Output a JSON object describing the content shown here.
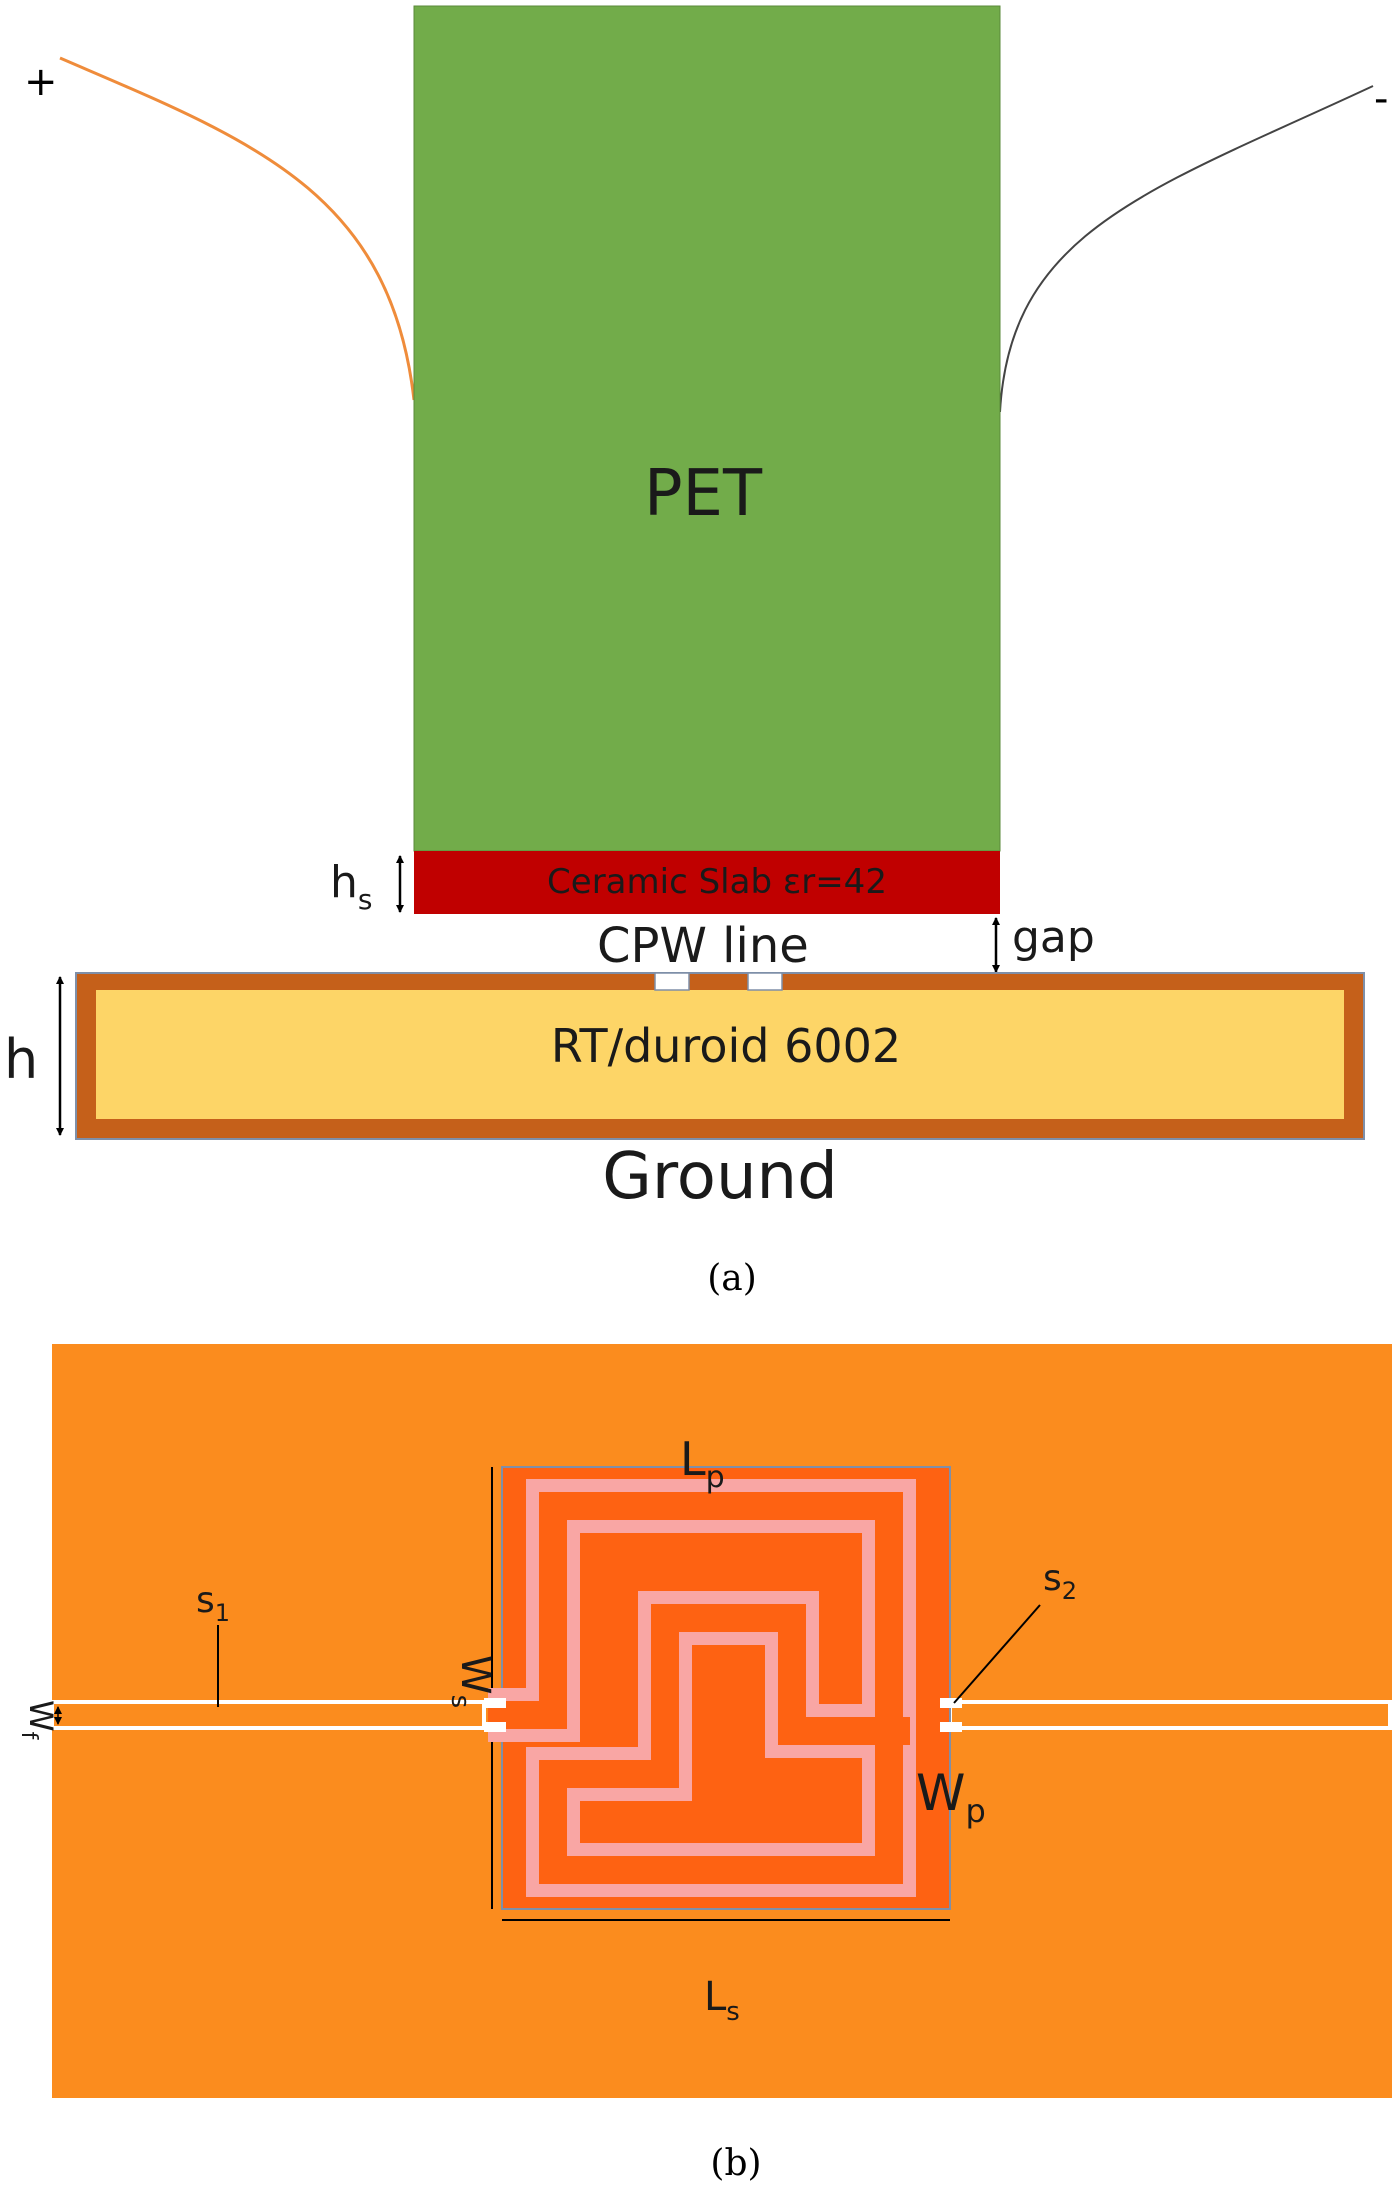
{
  "panel_a": {
    "caption": "(a)",
    "plus_sign": "+",
    "minus_sign": "-",
    "pet_label": "PET",
    "ceramic_label": "Ceramic Slab εr=42",
    "hs_label": "h",
    "hs_sub": "s",
    "gap_label": "gap",
    "cpw_label": "CPW line",
    "substrate_label": "RT/duroid 6002",
    "h_label": "h",
    "ground_label": "Ground",
    "colors": {
      "pet": "#72ac4a",
      "ceramic": "#c00000",
      "substrate": "#fdd567",
      "copper": "#c5601a",
      "plus_wire": "#ef8c3b",
      "minus_wire": "#444444"
    }
  },
  "panel_b": {
    "caption": "(b)",
    "lp_label": "L",
    "lp_sub": "p",
    "ls_label": "L",
    "ls_sub": "s",
    "wp_label": "W",
    "wp_sub": "p",
    "ws_label": "W",
    "ws_sub": "s",
    "wf_label": "W",
    "wf_sub": "f",
    "s1_label": "s",
    "s1_sub": "1",
    "s2_label": "s",
    "s2_sub": "2",
    "colors": {
      "background": "#fb8c1e",
      "slab": "#fe6212",
      "patch": "#f9a6a4"
    }
  }
}
